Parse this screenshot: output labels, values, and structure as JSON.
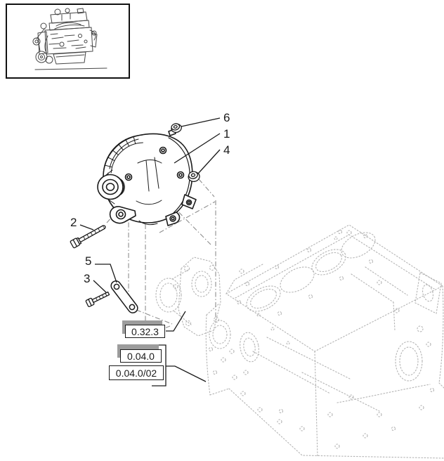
{
  "diagram": {
    "callouts": [
      {
        "id": "6",
        "label": "6"
      },
      {
        "id": "1",
        "label": "1"
      },
      {
        "id": "4",
        "label": "4"
      },
      {
        "id": "2",
        "label": "2"
      },
      {
        "id": "5",
        "label": "5"
      },
      {
        "id": "3",
        "label": "3"
      }
    ],
    "reference_boxes": [
      {
        "label": "0.32.3"
      },
      {
        "label": "0.04.0"
      },
      {
        "label": "0.04.0/02"
      }
    ]
  },
  "colors": {
    "line": "#1a1a1a",
    "ghost_block": "#b3b3b3",
    "phantom": "#8e8e8e",
    "box_shadow": "#9c9c9c",
    "background": "#ffffff"
  }
}
